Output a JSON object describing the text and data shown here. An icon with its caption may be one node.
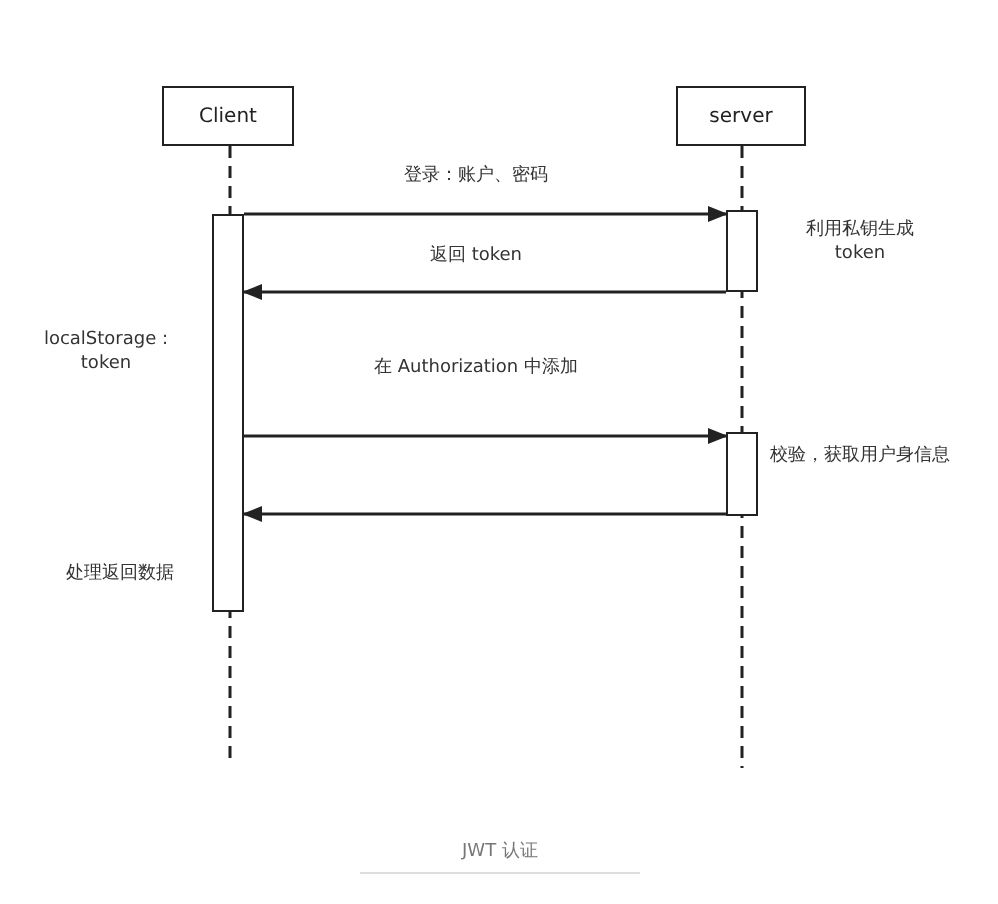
{
  "diagram": {
    "caption": "JWT 认证",
    "nodes": [
      {
        "text": [
          "Client"
        ]
      },
      {
        "text": [
          "server"
        ]
      },
      {
        "text": [],
        "shape": "bar"
      },
      {
        "text": [],
        "shape": "bar"
      },
      {
        "text": [],
        "shape": "bar"
      }
    ],
    "edges": [
      {
        "from": 2,
        "to": 3,
        "arrow": "to",
        "label": "登录：账户、密码"
      },
      {
        "from": 3,
        "to": 2,
        "arrow": "to",
        "label": "返回 token"
      },
      {
        "from": 2,
        "to": 4,
        "arrow": "to",
        "label": "在 Authorization 中添加"
      },
      {
        "from": 4,
        "to": 2,
        "arrow": "to"
      }
    ],
    "labels": [
      "利用私钥生成 token",
      "localStorage : token",
      "校验，获取用户身信息",
      "处理返回数据"
    ]
  }
}
